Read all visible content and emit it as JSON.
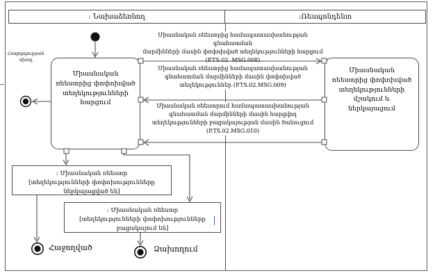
{
  "diagram": {
    "lanes": {
      "initiator": ": Նախաձեռնող",
      "respondent": ":Ռեսպոնդենտ"
    },
    "activities": {
      "initiator_activity": "Միասնական\nռեեստրից փոփոխված\nտեղեկությունների\nհարցում",
      "respondent_activity": "Միասնական\nռեեստրից փոփոխված\nտեղեկությունների\nմշակում և\nներկայացում"
    },
    "messages": {
      "msg_request": "Միասնական ռեեստրից համապատասխանության գնահատման\nմարմինների մասին փոփոխված տեղեկությունների հարցում\n(P.TS.02. MSG.008)",
      "msg_response": "Միասնական ռեեստրից համապատասխանության\nգնահատման մարմինների մասին փոփոխված\nտեղեկություններ (P.TS.02.MSG.009)",
      "msg_notice": "Միասնական ռեեստրում համապատասխանության\nգնահատման մարմինների մասին հարցվող\nտեղեկությունների բացակայության մասին ծանուցում\n(P.TS.02.MSG.010)"
    },
    "object_states": {
      "submitted": ": Միասնական ռեեստր\n[տեղեկությունների փոփոխությունները ներկայացված են]",
      "absent": ": Միասնական ռեեստր\n[տեղեկությունների փոփոխությունները բացակայում են]"
    },
    "end_labels": {
      "error": "Հաղորդության\nսխալ",
      "success": "Հաջողված",
      "failure": "Ձախողում"
    },
    "colors": {
      "line": "#4a4a4a",
      "node_fill": "#111111",
      "caret": "#3a5bd9"
    }
  }
}
